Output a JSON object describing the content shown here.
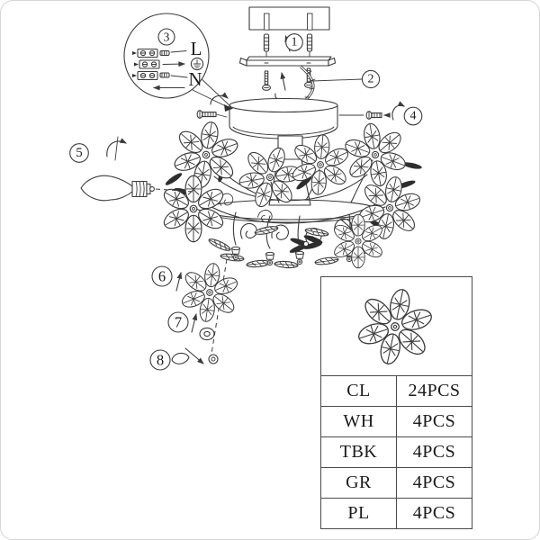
{
  "steps": {
    "s1": "1",
    "s2": "2",
    "s3": "3",
    "s4": "4",
    "s5": "5",
    "s6": "6",
    "s7": "7",
    "s8": "8"
  },
  "wiring": {
    "live": "L",
    "neutral": "N"
  },
  "parts_table": {
    "rows": [
      {
        "code": "CL",
        "qty": "24PCS"
      },
      {
        "code": "WH",
        "qty": "4PCS"
      },
      {
        "code": "TBK",
        "qty": "4PCS"
      },
      {
        "code": "GR",
        "qty": "4PCS"
      },
      {
        "code": "PL",
        "qty": "4PCS"
      }
    ]
  },
  "colors": {
    "ink": "#3b3b3b",
    "text": "#1a1a1a",
    "background": "#ffffff",
    "frame_border": "#d6d6d6"
  }
}
